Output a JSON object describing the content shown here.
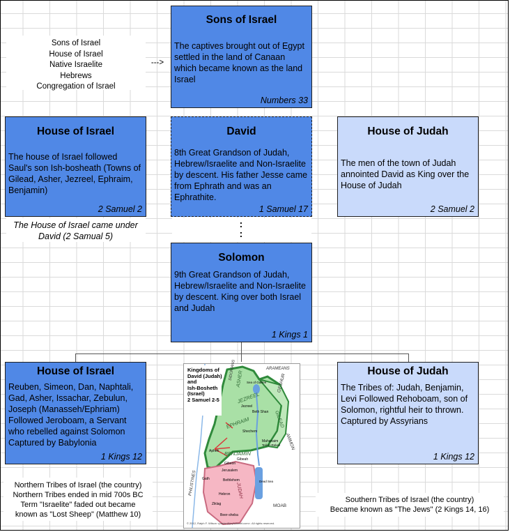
{
  "sons_of_israel": {
    "title": "Sons of Israel",
    "body": "The captives brought out of Egypt settled in the land of Canaan which became known as the land Israel",
    "ref": "Numbers 33"
  },
  "names_list": [
    "Sons of Israel",
    "House of Israel",
    "Native Israelite",
    "Hebrews",
    "Congregation of Israel"
  ],
  "arrow": "--->",
  "house_of_israel_1": {
    "title": "House of Israel",
    "body": "The house of Israel followed Saul's son Ish-bosheath (Towns of Gilead, Asher, Jezreel, Ephraim, Benjamin)",
    "ref": "2 Samuel 2"
  },
  "david": {
    "title": "David",
    "body": "8th Great Grandson of Judah, Hebrew/Israelite and Non-Israelite by descent. His father Jesse came from Ephrath and was an Ephrathite.",
    "ref": "1 Samuel 17"
  },
  "house_of_judah_1": {
    "title": "House of Judah",
    "body": "The men of the town of Judah annointed David as King over the House of Judah",
    "ref": "2 Samuel 2"
  },
  "israel_under_david": "The House of Israel came under David (2 Samual 5)",
  "colon_mark": ":",
  "solomon": {
    "title": "Solomon",
    "body": "9th Great Grandson of Judah, Hebrew/Israelite and Non-Israelite by descent. King over both Israel and Judah",
    "ref": "1 Kings 1"
  },
  "house_of_israel_2": {
    "title": "House of Israel",
    "body": "Reuben, Simeon, Dan, Naphtali, Gad, Asher, Issachar, Zebulun, Joseph (Manasseh/Ephriam) Followed Jeroboam, a Servant who rebelled against Solomon Captured by Babylonia",
    "ref": "1 Kings 12"
  },
  "house_of_judah_2": {
    "title": "House of Judah",
    "body": "The Tribes of: Judah, Benjamin, Levi Followed Rehoboam, son of Solomon, rightful heir to thrown. Captured by Assyrians",
    "ref": "1 Kings 12"
  },
  "northern_note": [
    "Northern Tribes of Israel (the country)",
    "Northern Tribes ended in mid 700s BC",
    "Term \"Israelite\" faded out became",
    "known as \"Lost Sheep\" (Matthew 10)"
  ],
  "southern_note": [
    "Southern Tribes of Israel (the country)",
    "Became known as \"The Jews\" (2 Kings 14, 16)"
  ],
  "map": {
    "caption": [
      "Kingdoms of",
      "David (Judah)",
      "and",
      "Ish-Bosheth",
      "(Israel)",
      "2 Samuel 2-5"
    ],
    "regions": [
      "ASHER",
      "JEZREEL",
      "EPHRAIM",
      "BENJAMIN",
      "JUDAH",
      "GILEAD",
      "AMMON",
      "GESHUR",
      "ARAMEANS",
      "MOAB",
      "PHILISTINES",
      "SIDONIANS"
    ],
    "towns": [
      "Jezreel",
      "Beth Shan",
      "Shechem",
      "Mahanaim",
      "Tell er-Rekeil",
      "Aphek",
      "Gibeon",
      "Gibeah",
      "Jerusalem",
      "Bethlehem",
      "Hebron",
      "Ziklag",
      "Beer-sheba",
      "Gath",
      "Dead Sea",
      "Sea of Galilee"
    ],
    "credit": "© 2012, Ralph F. Wilson <pastor@joyfulheart.com>. All rights reserved."
  },
  "colors": {
    "dark_box": "#5088e6",
    "light_box": "#c9dafb",
    "israel_green": "#2f8a3b",
    "judah_pink": "#f2a6b6"
  }
}
